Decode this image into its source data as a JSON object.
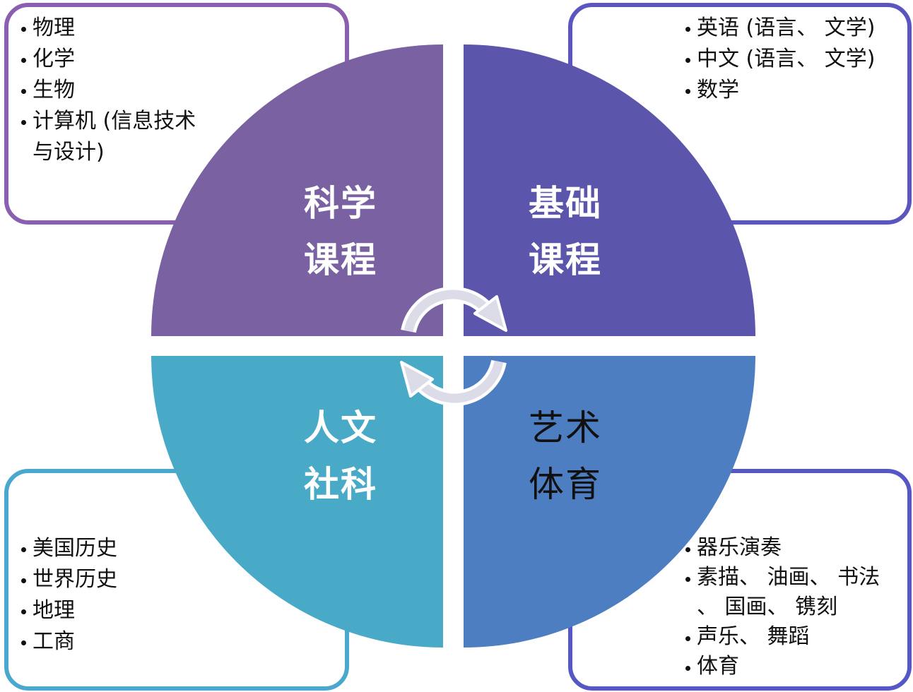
{
  "colors": {
    "science": "#7a62a2",
    "foundation": "#5b55ac",
    "humanities": "#49aac8",
    "arts": "#4d7ec1"
  },
  "quadrants": {
    "science": {
      "line1": "科学",
      "line2": "课程"
    },
    "foundation": {
      "line1": "基础",
      "line2": "课程"
    },
    "humanities": {
      "line1": "人文",
      "line2": "社科"
    },
    "arts": {
      "line1": "艺术",
      "line2": "体育"
    }
  },
  "lists": {
    "science": [
      "物理",
      "化学",
      "生物",
      "计算机 (信息技术|与设计)"
    ],
    "foundation": [
      "英语 (语言、 文学)",
      "中文 (语言、 文学)",
      "数学"
    ],
    "humanities": [
      "美国历史",
      "世界历史",
      "地理",
      "工商"
    ],
    "arts": [
      "器乐演奏",
      "素描、 油画、 书法|、 国画、 镌刻",
      "声乐、 舞蹈",
      "体育"
    ]
  }
}
